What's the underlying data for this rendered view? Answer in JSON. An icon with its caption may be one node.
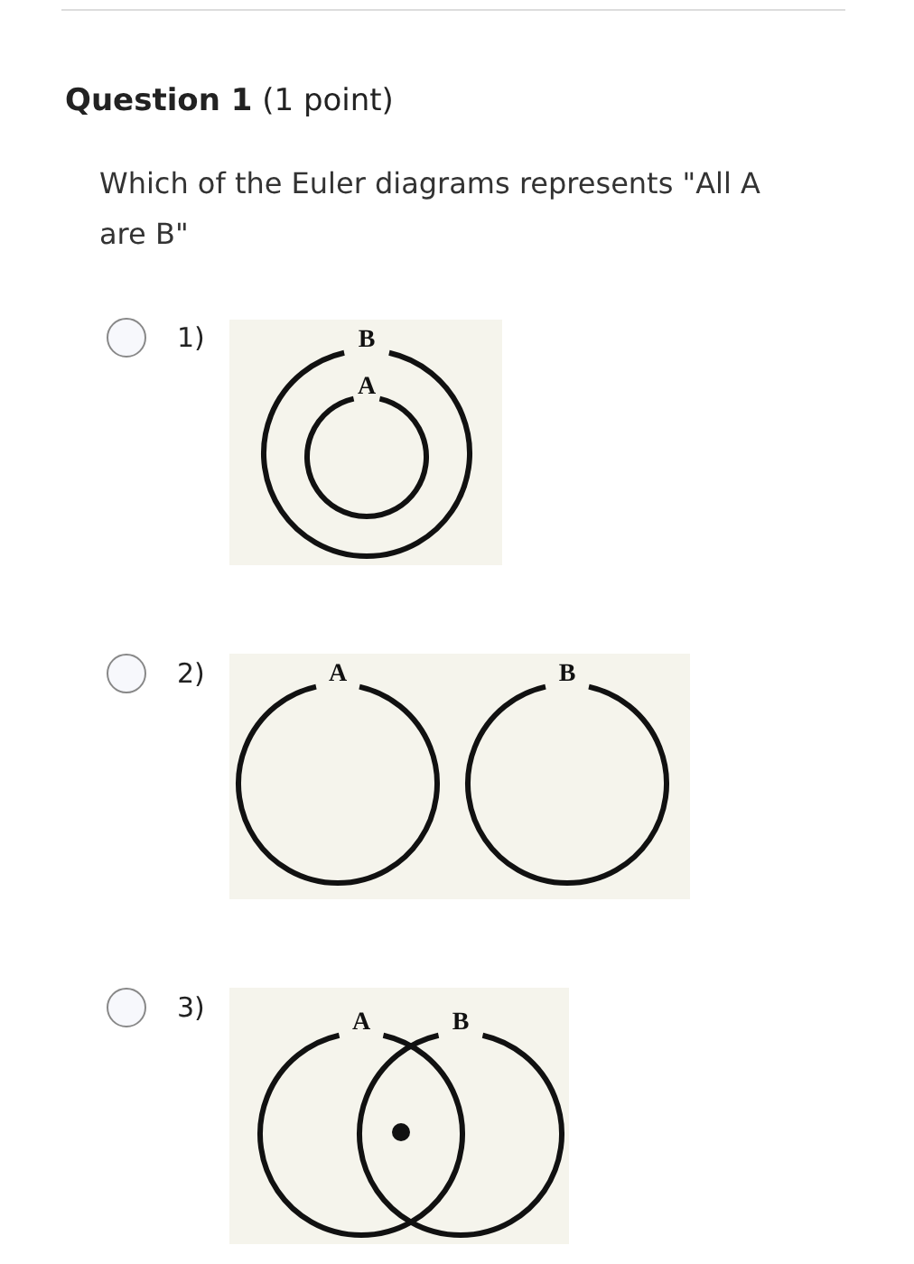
{
  "diagram": {
    "title": "**Question 1** (1 point)",
    "nodes": [
      {
        "text": [
          "B"
        ]
      },
      {
        "text": [
          "A"
        ],
        "in": 0
      },
      {
        "text": [
          "A"
        ]
      },
      {
        "text": [
          "B"
        ]
      },
      {
        "text": [
          "A"
        ]
      },
      {
        "text": [
          "B"
        ]
      }
    ],
    "edges": [],
    "labels": [
      "Which of the Euler diagrams represents \"All A are B\"",
      "1)",
      "2)",
      "3)"
    ]
  }
}
